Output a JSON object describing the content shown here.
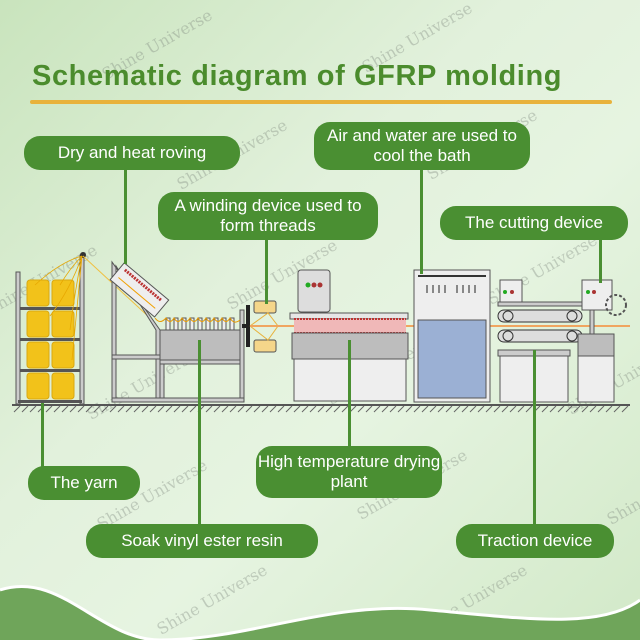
{
  "title": "Schematic diagram of GFRP molding",
  "watermark": "Shine Universe",
  "colors": {
    "label_bg": "#4a8f32",
    "title": "#4b8c2d",
    "underline": "#e8b23c",
    "yarn": "#f2c21a",
    "water": "#9bb0d4"
  },
  "labels": {
    "dry_heat_roving": "Dry and heat roving",
    "air_water": "Air and water are used to cool the bath",
    "winding_device": "A winding device used to form threads",
    "cutting_device": "The cutting device",
    "yarn": "The yarn",
    "drying_plant": "High temperature drying plant",
    "soak_resin": "Soak vinyl ester resin",
    "traction_device": "Traction device"
  }
}
